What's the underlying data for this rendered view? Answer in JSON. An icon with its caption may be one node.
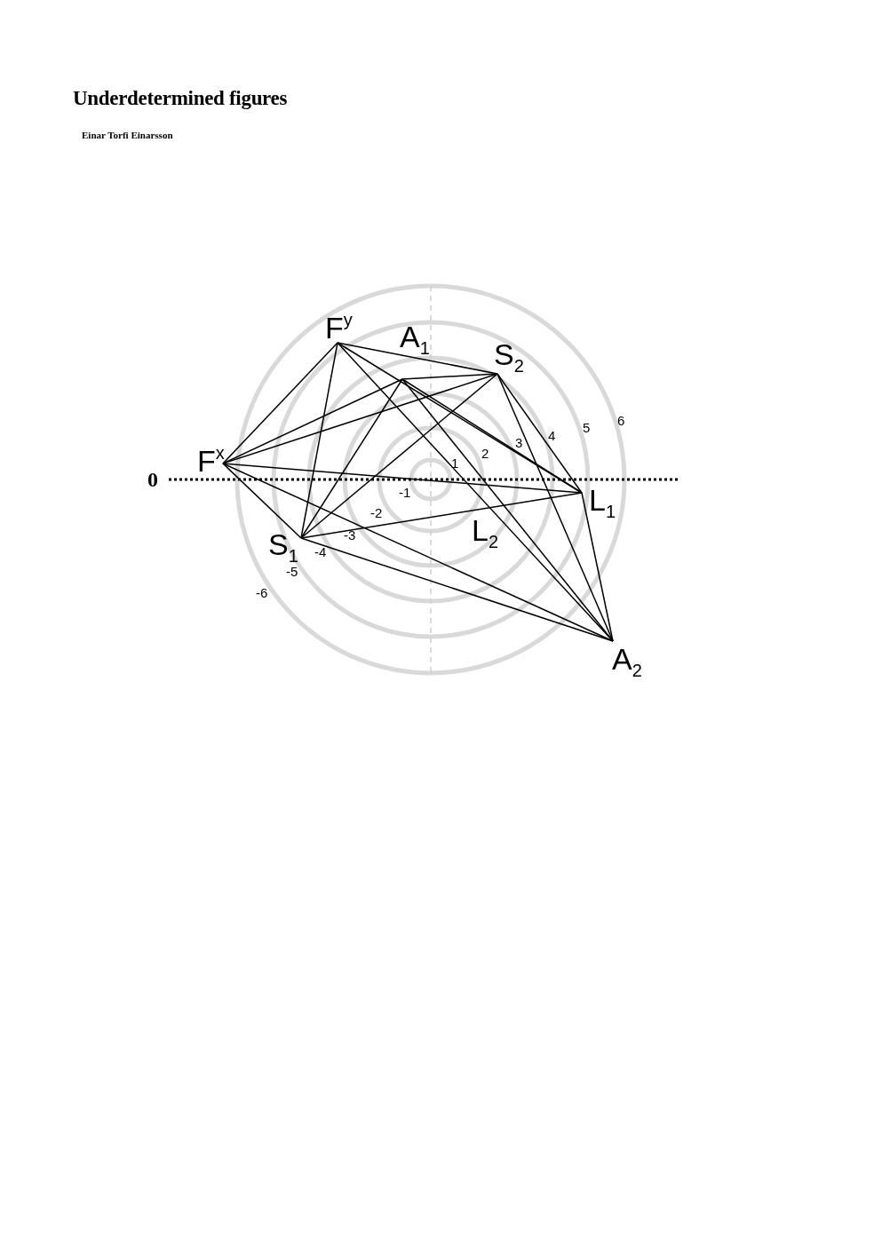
{
  "diagram": {
    "title": "Underdetermined figures",
    "nodes": [
      {
        "text": [
          "F$^{y}$"
        ]
      },
      {
        "text": [
          "A$_{1}$"
        ]
      },
      {
        "text": [
          "S$_{2}$"
        ]
      },
      {
        "text": [
          "F$^{x}$"
        ]
      },
      {
        "text": [
          "S$_{1}$"
        ]
      },
      {
        "text": [
          "L$_{1}$"
        ]
      },
      {
        "text": [
          "A$_{2}$"
        ]
      }
    ],
    "edges": [
      {
        "from": 0,
        "to": 3,
        "arrow": "none"
      },
      {
        "from": 0,
        "to": 4,
        "arrow": "none"
      },
      {
        "from": 0,
        "to": 2,
        "arrow": "none"
      },
      {
        "from": 0,
        "to": 5,
        "arrow": "none"
      },
      {
        "from": 0,
        "to": 6,
        "arrow": "none"
      },
      {
        "from": 1,
        "to": 2,
        "arrow": "none"
      },
      {
        "from": 1,
        "to": 4,
        "arrow": "none"
      },
      {
        "from": 1,
        "to": 5,
        "arrow": "none"
      },
      {
        "from": 1,
        "to": 6,
        "arrow": "none"
      },
      {
        "from": 3,
        "to": 1,
        "arrow": "none"
      },
      {
        "from": 3,
        "to": 2,
        "arrow": "none"
      },
      {
        "from": 3,
        "to": 5,
        "arrow": "none"
      },
      {
        "from": 3,
        "to": 4,
        "arrow": "none"
      },
      {
        "from": 3,
        "to": 6,
        "arrow": "none"
      },
      {
        "from": 4,
        "to": 2,
        "arrow": "none"
      },
      {
        "from": 4,
        "to": 5,
        "arrow": "none"
      },
      {
        "from": 4,
        "to": 6,
        "arrow": "none"
      },
      {
        "from": 2,
        "to": 5,
        "arrow": "none"
      },
      {
        "from": 2,
        "to": 6,
        "arrow": "none"
      },
      {
        "from": 5,
        "to": 6,
        "arrow": "none"
      }
    ],
    "labels": [
      "Einar Torfi Einarsson",
      "0",
      "1",
      "2",
      "3",
      "4",
      "5",
      "6",
      "-1",
      "-2",
      "-3",
      "-4",
      "-5",
      "-6",
      "L$_{2}$"
    ]
  }
}
